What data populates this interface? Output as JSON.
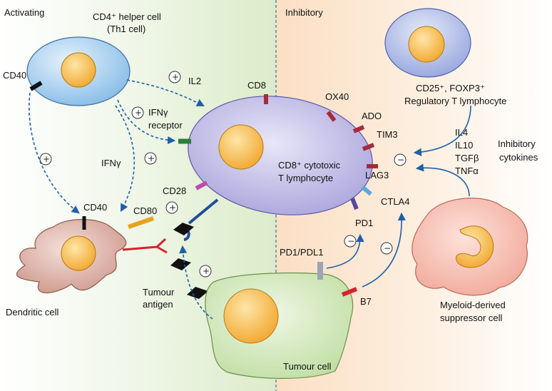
{
  "panels": {
    "activating": "Activating",
    "inhibitory": "Inhibitory"
  },
  "cells": {
    "helper_line1": "CD4⁺ helper cell",
    "helper_line2": "(Th1 cell)",
    "cytotoxic_line1": "CD8⁺ cytotoxic",
    "cytotoxic_line2": "T lymphocyte",
    "dendritic": "Dendritic cell",
    "tumour": "Tumour cell",
    "treg_line1": "CD25⁺, FOXP3⁺",
    "treg_line2": "Regulatory T lymphocyte",
    "mdsc_line1": "Myeloid-derived",
    "mdsc_line2": "suppressor cell"
  },
  "molecules": {
    "cd40_helper": "CD40",
    "cd40_dc": "CD40",
    "il2": "IL2",
    "ifng_receptor_line1": "IFNγ",
    "ifng_receptor_line2": "receptor",
    "ifng": "IFNγ",
    "cd8": "CD8",
    "cd28": "CD28",
    "cd80": "CD80",
    "tumour_antigen_line1": "Tumour",
    "tumour_antigen_line2": "antigen",
    "ox40": "OX40",
    "ado": "ADO",
    "tim3": "TIM3",
    "lag3": "LAG3",
    "ctla4": "CTLA4",
    "pd1": "PD1",
    "pd1_pdl1": "PD1/PDL1",
    "b7": "B7"
  },
  "cytokines": {
    "items": [
      "IL4",
      "IL10",
      "TGFβ",
      "TNFα"
    ],
    "label_line1": "Inhibitory",
    "label_line2": "cytokines"
  },
  "signs": {
    "plus": "+",
    "minus": "−"
  },
  "colors": {
    "activating_bg": "#e3f0d6",
    "inhibitory_bg": "#fbe3cc",
    "helper_cell": "#9fcbee",
    "cytotoxic_cell": "#b7b2e3",
    "treg_cell": "#aab8e6",
    "dendritic_cell": "#d9aea3",
    "tumour_cell": "#d4e9bc",
    "mdsc_cell": "#f5b7a8",
    "nucleus": "#f5b545",
    "arrow": "#1f5fa8"
  }
}
